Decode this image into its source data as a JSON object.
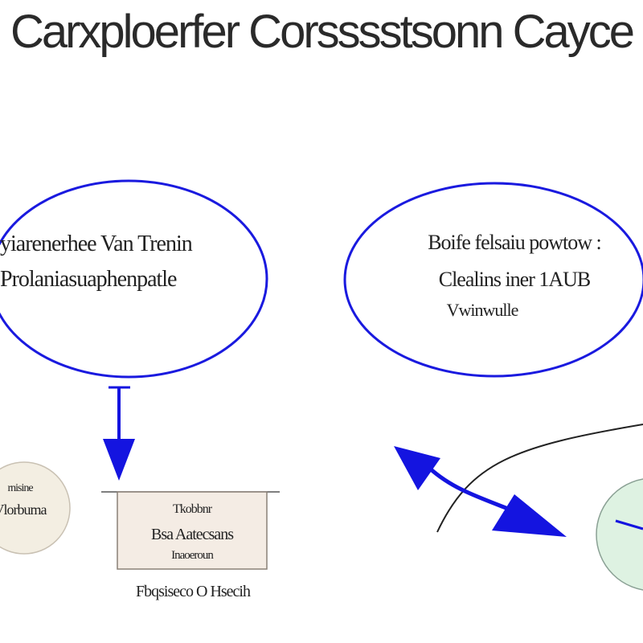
{
  "title": "Carxploerfer Corsssstsonn Cayce",
  "colors": {
    "ellipse_stroke": "#1a1adf",
    "arrow_blue": "#1414e0",
    "dark_line": "#222222",
    "small_circle_fill": "#f3eee2",
    "box_fill": "#f4ece4",
    "green_circle_fill": "#def2e2"
  },
  "left_ellipse": {
    "line1": "yiarenerhee Van Trenin",
    "line2": "Prolaniasuaphenpatle"
  },
  "right_ellipse": {
    "line1": "Boife felsaiu powtow :",
    "line2": "Clealins iner 1AUB",
    "line3": "Vwinwulle"
  },
  "small_circle": {
    "line1": "rnisine",
    "line2": "Vlorbuma"
  },
  "box": {
    "line1": "Tkobbnr",
    "line2": "Bsa Aatecsans",
    "line3": "Inaoeroun"
  },
  "box_caption": "Fbqsiseco O Hsecih"
}
